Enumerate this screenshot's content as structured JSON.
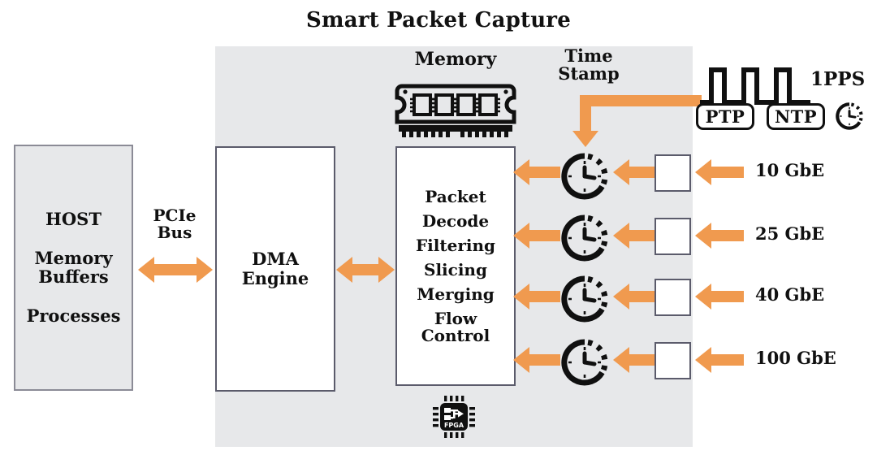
{
  "title": "Smart Packet Capture",
  "colors": {
    "accent_orange": "#f09a4f",
    "card_gray": "#e7e8ea",
    "box_border": "#5b5b6b",
    "text": "#101010"
  },
  "host": {
    "name": "HOST",
    "lines": [
      "HOST",
      "Memory\nBuffers",
      "Processes"
    ]
  },
  "bus": {
    "label": "PCIe\nBus",
    "arrow": "bidirectional-arrow"
  },
  "dma": {
    "label": "DMA\nEngine",
    "arrow": "bidirectional-arrow"
  },
  "memory": {
    "label": "Memory",
    "icon": "dimm-icon",
    "chip_count": 4
  },
  "pipeline": {
    "stages": [
      "Packet",
      "Decode",
      "Filtering",
      "Slicing",
      "Merging",
      "Flow\nControl"
    ],
    "chip_icon": "fpga-chip-icon",
    "chip_label": "FPGA"
  },
  "timestamp": {
    "label": "Time\nStamp",
    "clock_icon": "clock-icon"
  },
  "sync": {
    "pps_label": "1PPS",
    "pulse_icon": "square-wave-icon",
    "badges": [
      "PTP",
      "NTP"
    ],
    "clock_icon": "clock-icon"
  },
  "ports": [
    {
      "speed": "10 GbE",
      "clock_icon": "clock-icon",
      "port_icon": "port-box"
    },
    {
      "speed": "25 GbE",
      "clock_icon": "clock-icon",
      "port_icon": "port-box"
    },
    {
      "speed": "40 GbE",
      "clock_icon": "clock-icon",
      "port_icon": "port-box"
    },
    {
      "speed": "100 GbE",
      "clock_icon": "clock-icon",
      "port_icon": "port-box"
    }
  ]
}
